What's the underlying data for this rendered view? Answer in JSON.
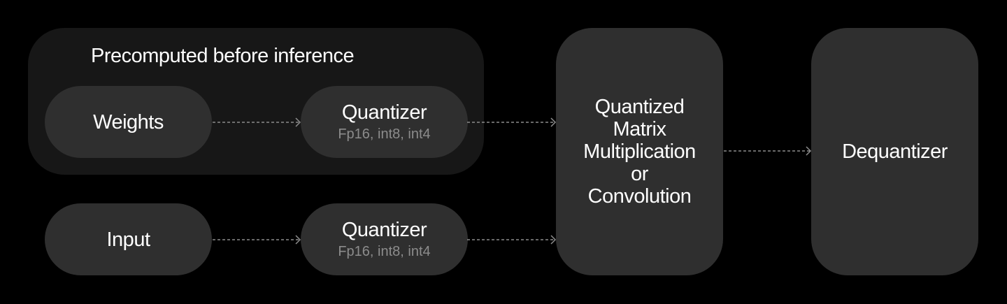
{
  "group": {
    "title": "Precomputed before inference"
  },
  "nodes": {
    "weights": {
      "label": "Weights"
    },
    "quantizer_weights": {
      "label": "Quantizer",
      "sub": "Fp16, int8, int4"
    },
    "input": {
      "label": "Input"
    },
    "quantizer_input": {
      "label": "Quantizer",
      "sub": "Fp16, int8, int4"
    },
    "matmul": {
      "lines": [
        "Quantized",
        "Matrix",
        "Multiplication",
        "or",
        "Convolution"
      ]
    },
    "dequantizer": {
      "label": "Dequantizer"
    }
  },
  "colors": {
    "background": "#000000",
    "group": "#171717",
    "node": "#2f2f2f",
    "arrow": "#8c8c8c",
    "subtext": "#8c8c8c"
  }
}
